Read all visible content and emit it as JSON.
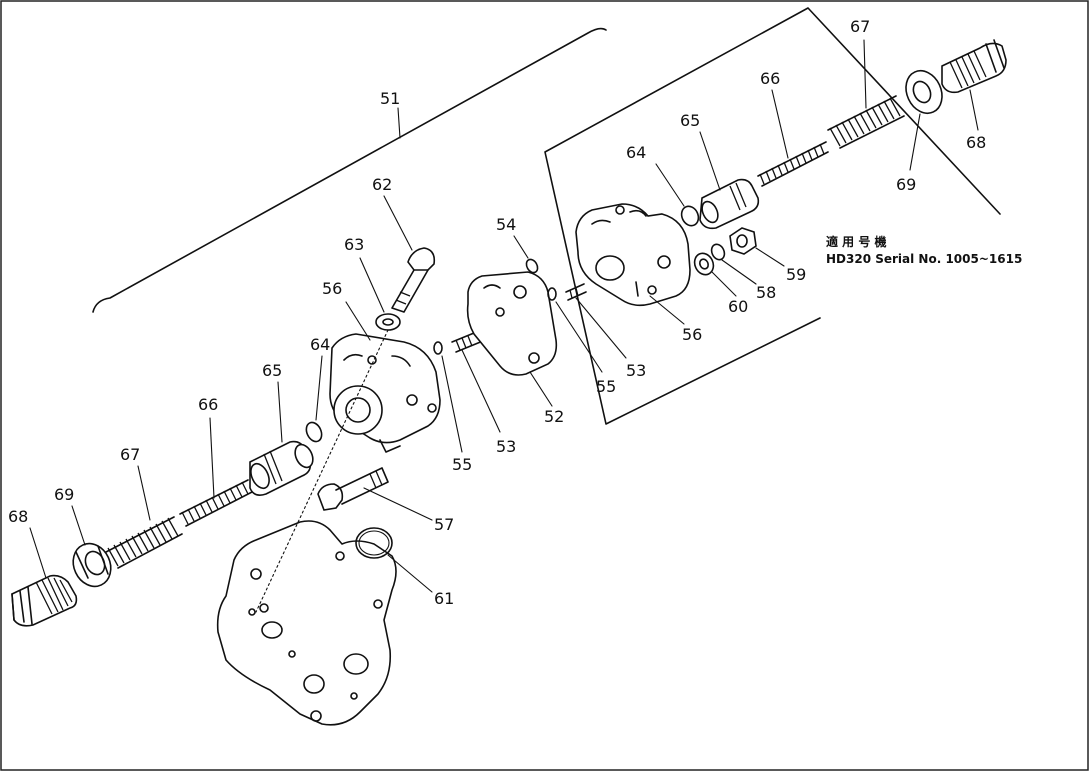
{
  "labels": {
    "l51": "51",
    "l52": "52",
    "l53a": "53",
    "l53b": "53",
    "l54": "54",
    "l55a": "55",
    "l55b": "55",
    "l56a": "56",
    "l56b": "56",
    "l57": "57",
    "l58": "58",
    "l59": "59",
    "l60": "60",
    "l61": "61",
    "l62": "62",
    "l63": "63",
    "l64a": "64",
    "l64b": "64",
    "l65a": "65",
    "l65b": "65",
    "l66a": "66",
    "l66b": "66",
    "l67a": "67",
    "l67b": "67",
    "l68a": "68",
    "l68b": "68",
    "l69a": "69",
    "l69b": "69"
  },
  "note": {
    "line1": "適 用 号 機",
    "line2": "HD320 Serial No. 1005~1615"
  }
}
